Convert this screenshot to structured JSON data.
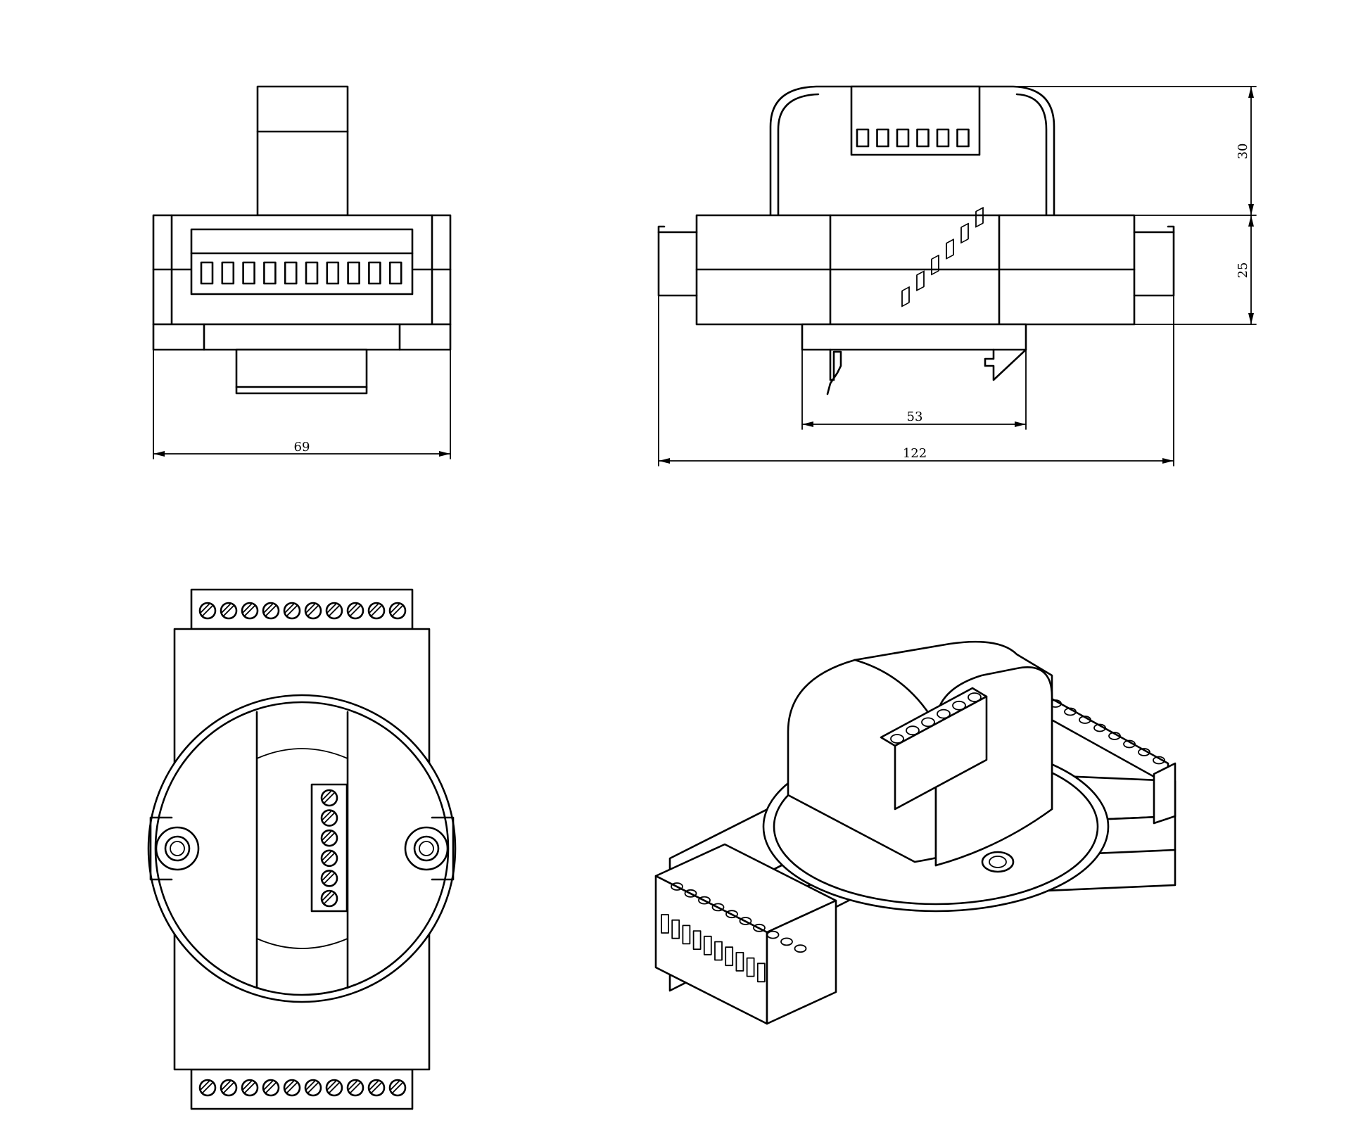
{
  "dimensions": {
    "front_width": "69",
    "side_total_width": "122",
    "side_rail_width": "53",
    "top_height": "30",
    "body_height": "25"
  }
}
